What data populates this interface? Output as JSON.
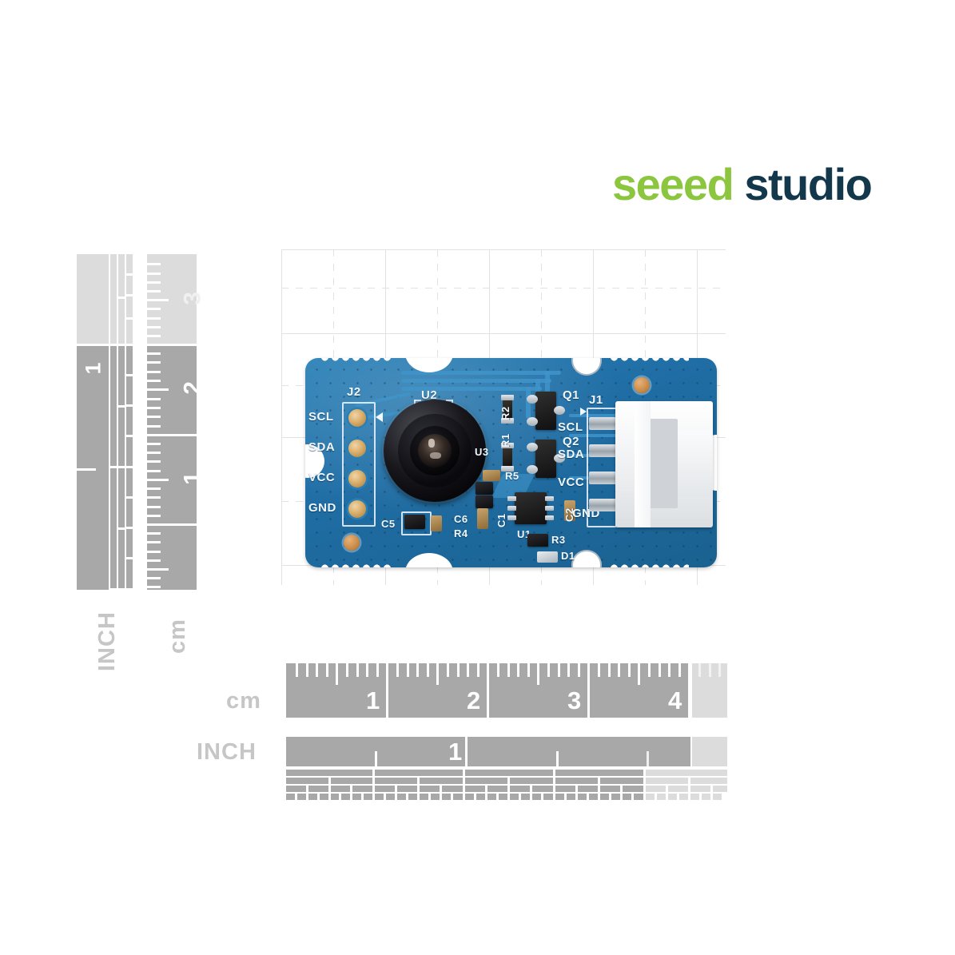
{
  "brand": {
    "part1": "seeed",
    "part2": "studio",
    "color1": "#8CC63F",
    "color2": "#14384B"
  },
  "rulers": {
    "vertical": {
      "inch": {
        "label": "INCH",
        "marks": [
          "1"
        ]
      },
      "cm": {
        "label": "cm",
        "marks": [
          "1",
          "2",
          "3"
        ]
      }
    },
    "horizontal": {
      "cm": {
        "label": "cm",
        "marks": [
          "1",
          "2",
          "3",
          "4"
        ]
      },
      "inch": {
        "label": "INCH",
        "marks": [
          "1"
        ]
      }
    },
    "tick_color": "#ffffff",
    "bar_dark": "#a8a8a8",
    "bar_light": "#dcdcdc",
    "label_color": "#c6c6c6"
  },
  "board": {
    "color": "#1f6da4",
    "silkscreen": {
      "left_header": {
        "designator": "J2",
        "pins": [
          "SCL",
          "SDA",
          "VCC",
          "GND"
        ]
      },
      "right_connector": {
        "designator": "J1",
        "pins": [
          "SCL",
          "SDA",
          "VCC",
          "GND"
        ]
      },
      "components": [
        "U2",
        "U3",
        "U1",
        "R1",
        "R2",
        "R3",
        "R4",
        "R5",
        "C1",
        "C2",
        "C5",
        "C6",
        "Q1",
        "Q2",
        "D1"
      ]
    }
  }
}
